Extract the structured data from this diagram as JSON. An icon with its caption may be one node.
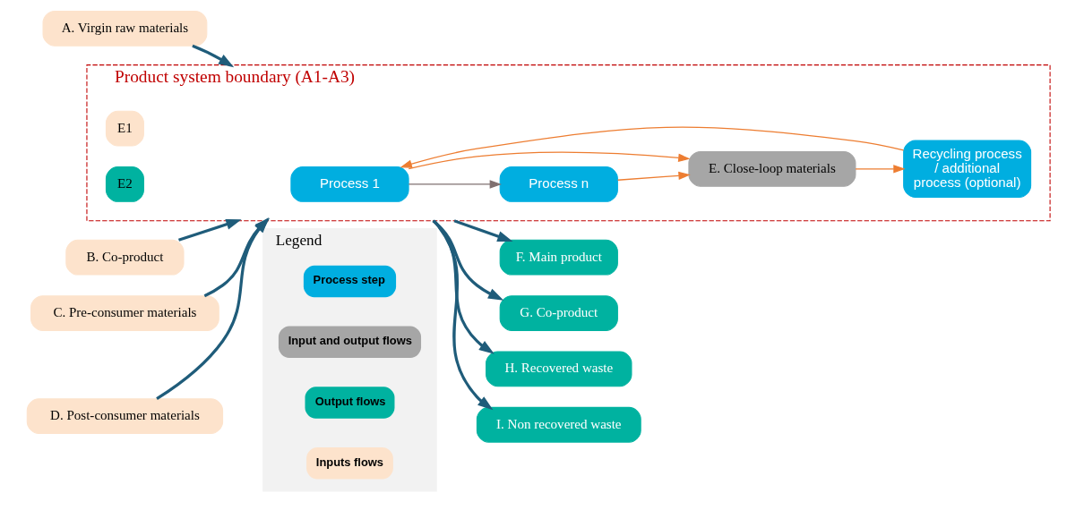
{
  "diagram": {
    "nodes": [
      {
        "text": [
          "A. Virgin raw materials"
        ]
      },
      {
        "text": [
          "B. Co-product"
        ]
      },
      {
        "text": [
          "C. Pre-consumer materials"
        ]
      },
      {
        "text": [
          "D. Post-consumer materials"
        ]
      },
      {
        "text": [
          "Product system boundary (A1-A3)"
        ]
      },
      {
        "text": [
          "Process 1"
        ],
        "in": 4
      },
      {
        "text": [
          "Process n"
        ],
        "in": 4
      },
      {
        "text": [
          "Recycling process / additional process (optional)"
        ],
        "in": 4
      },
      {
        "text": [
          "E. Close-loop materials"
        ],
        "in": 4
      },
      {
        "text": [
          "E1"
        ],
        "in": 4
      },
      {
        "text": [
          "E2"
        ],
        "in": 4
      },
      {
        "text": [
          "F. Main product"
        ]
      },
      {
        "text": [
          "G. Co-product"
        ]
      },
      {
        "text": [
          "H. Recovered waste"
        ]
      },
      {
        "text": [
          "I. Non recovered waste"
        ]
      },
      {
        "text": [
          "Legend"
        ]
      }
    ],
    "edges": [
      {
        "from": 0,
        "to": 4,
        "arrow": "to",
        "color": "#1f5c7a"
      },
      {
        "from": 1,
        "to": 4,
        "arrow": "to",
        "color": "#1f5c7a"
      },
      {
        "from": 2,
        "to": 4,
        "arrow": "to",
        "color": "#1f5c7a"
      },
      {
        "from": 3,
        "to": 4,
        "arrow": "to",
        "color": "#1f5c7a"
      },
      {
        "from": 5,
        "to": 6,
        "arrow": "to",
        "color": "#7f7070"
      },
      {
        "from": 5,
        "to": 8,
        "arrow": "to",
        "color": "#ed7d31"
      },
      {
        "from": 6,
        "to": 8,
        "arrow": "to",
        "color": "#ed7d31"
      },
      {
        "from": 8,
        "to": 7,
        "arrow": "to",
        "color": "#ed7d31"
      },
      {
        "from": 7,
        "to": 5,
        "arrow": "to",
        "color": "#ed7d31"
      },
      {
        "from": 4,
        "to": 11,
        "arrow": "to",
        "color": "#1f5c7a"
      },
      {
        "from": 4,
        "to": 12,
        "arrow": "to",
        "color": "#1f5c7a"
      },
      {
        "from": 4,
        "to": 13,
        "arrow": "to",
        "color": "#1f5c7a"
      },
      {
        "from": 4,
        "to": 14,
        "arrow": "to",
        "color": "#1f5c7a"
      }
    ],
    "legend": [
      {
        "text": "Inputs flows",
        "color": "#fde3cc"
      },
      {
        "text": "Output flows",
        "color": "#00b2a0"
      },
      {
        "text": "Input and output flows",
        "color": "#a6a6a6"
      },
      {
        "text": "Process step",
        "color": "#00aee0"
      }
    ]
  }
}
